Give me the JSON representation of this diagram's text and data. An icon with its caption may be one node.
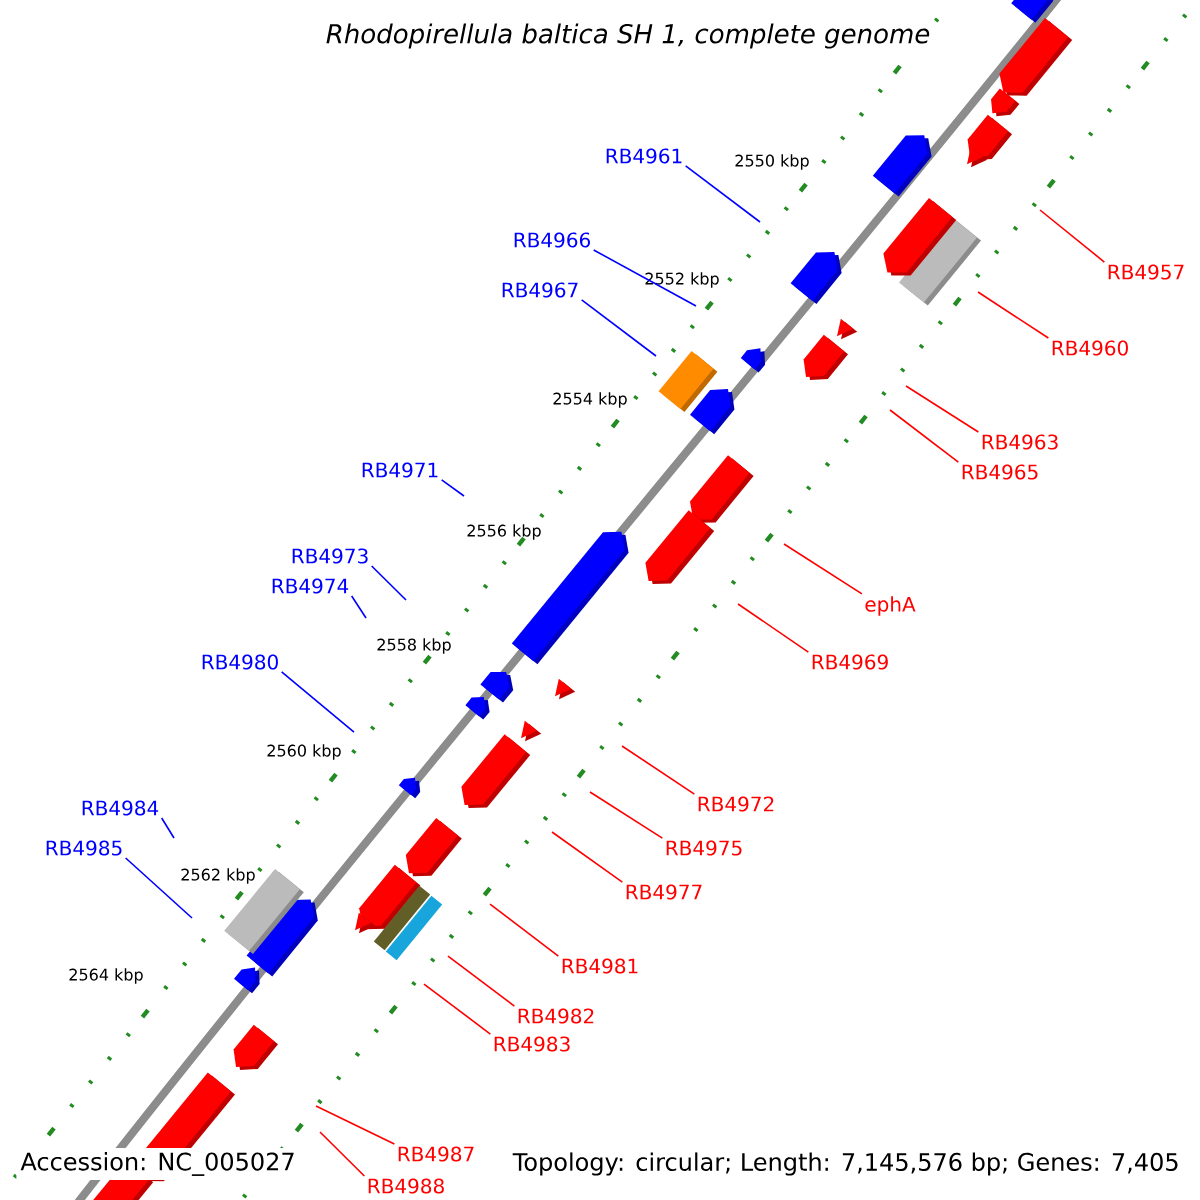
{
  "diagram": {
    "title": "Rhodopirellula baltica SH 1, complete genome",
    "nodes": [
      {
        "text": [
          "RB4961"
        ]
      },
      {
        "text": [
          "RB4966"
        ]
      },
      {
        "text": [
          "RB4957"
        ]
      },
      {
        "text": [
          "RB4967"
        ]
      },
      {
        "text": [
          "RB4960"
        ]
      },
      {
        "text": [
          "RB4963"
        ]
      },
      {
        "text": [
          "RB4971"
        ]
      },
      {
        "text": [
          "RB4965"
        ]
      },
      {
        "text": [
          "RB4973"
        ]
      },
      {
        "text": [
          "RB4974"
        ]
      },
      {
        "text": [
          "ephA"
        ]
      },
      {
        "text": [
          "RB4980"
        ]
      },
      {
        "text": [
          "RB4969"
        ]
      },
      {
        "text": [
          "RB4972"
        ]
      },
      {
        "text": [
          "RB4984"
        ]
      },
      {
        "text": [
          "RB4985"
        ]
      },
      {
        "text": [
          "RB4975"
        ]
      },
      {
        "text": [
          "RB4977"
        ]
      },
      {
        "text": [
          "RB4981"
        ]
      },
      {
        "text": [
          "RB4982"
        ]
      },
      {
        "text": [
          "RB4983"
        ]
      },
      {
        "text": [
          "RB4987"
        ]
      },
      {
        "text": [
          "RB4988"
        ]
      }
    ],
    "edges": [
      {
        "from": 0,
        "to": null,
        "arrow": "none",
        "color": "#0000ff"
      },
      {
        "from": 1,
        "to": null,
        "arrow": "none",
        "color": "#0000ff"
      },
      {
        "from": 2,
        "to": null,
        "arrow": "none"
      },
      {
        "from": 3,
        "to": null,
        "arrow": "none",
        "color": "#0000ff"
      },
      {
        "from": 4,
        "to": null,
        "arrow": "none"
      },
      {
        "from": 5,
        "to": null,
        "arrow": "none"
      },
      {
        "from": 6,
        "to": null,
        "arrow": "none",
        "color": "#0000ff"
      },
      {
        "from": 7,
        "to": null,
        "arrow": "none"
      },
      {
        "from": 8,
        "to": null,
        "arrow": "none",
        "color": "#0000ff"
      },
      {
        "from": 9,
        "to": null,
        "arrow": "none",
        "color": "#0000ff"
      },
      {
        "from": 10,
        "to": null,
        "arrow": "none"
      },
      {
        "from": 11,
        "to": null,
        "arrow": "none",
        "color": "#0000ff"
      },
      {
        "from": 12,
        "to": null,
        "arrow": "none"
      },
      {
        "from": 13,
        "to": null,
        "arrow": "none"
      },
      {
        "from": 14,
        "to": null,
        "arrow": "none",
        "color": "#0000ff"
      },
      {
        "from": 15,
        "to": null,
        "arrow": "none",
        "color": "#0000ff"
      },
      {
        "from": 16,
        "to": null,
        "arrow": "none"
      },
      {
        "from": 17,
        "to": null,
        "arrow": "none"
      },
      {
        "from": 18,
        "to": null,
        "arrow": "none"
      },
      {
        "from": 19,
        "to": null,
        "arrow": "none"
      },
      {
        "from": 20,
        "to": null,
        "arrow": "none"
      },
      {
        "from": 21,
        "to": null,
        "arrow": "none"
      },
      {
        "from": 22,
        "to": null,
        "arrow": "none"
      }
    ],
    "labels": [
      "2550 kbp",
      "2552 kbp",
      "2554 kbp",
      "2556 kbp",
      "2558 kbp",
      "2560 kbp",
      "2562 kbp",
      "2564 kbp",
      "Accession: NC_005027",
      "Topology: circular; Length: 7,145,576 bp; Genes: 7,405"
    ]
  }
}
